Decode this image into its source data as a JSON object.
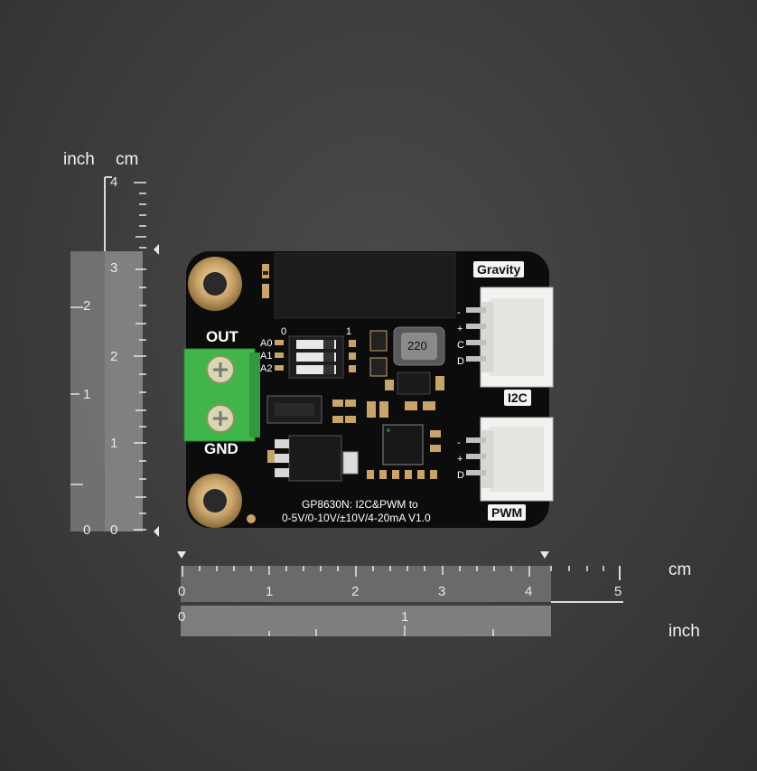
{
  "vertical_ruler": {
    "inch_label": "inch",
    "cm_label": "cm",
    "inch_ticks": [
      "2",
      "1",
      "0"
    ],
    "cm_ticks": [
      "4",
      "3",
      "2",
      "1",
      "0"
    ]
  },
  "horizontal_ruler": {
    "cm_label": "cm",
    "inch_label": "inch",
    "cm_ticks": [
      "0",
      "1",
      "2",
      "3",
      "4",
      "5"
    ],
    "inch_ticks": [
      "0",
      "1"
    ]
  },
  "board": {
    "out_label": "OUT",
    "gnd_label": "GND",
    "gravity_tag": "Gravity",
    "i2c_tag": "I2C",
    "pwm_tag": "PWM",
    "address_labels": [
      "A0",
      "A1",
      "A2"
    ],
    "dip_labels": [
      "0",
      "1"
    ],
    "inductor_label": "220",
    "i2c_pins": [
      "-",
      "+",
      "C",
      "D"
    ],
    "pwm_pins": [
      "-",
      "+",
      "D"
    ],
    "title_line1": "GP8630N: I2C&PWM to",
    "title_line2": "0-5V/0-10V/±10V/4-20mA V1.0"
  }
}
